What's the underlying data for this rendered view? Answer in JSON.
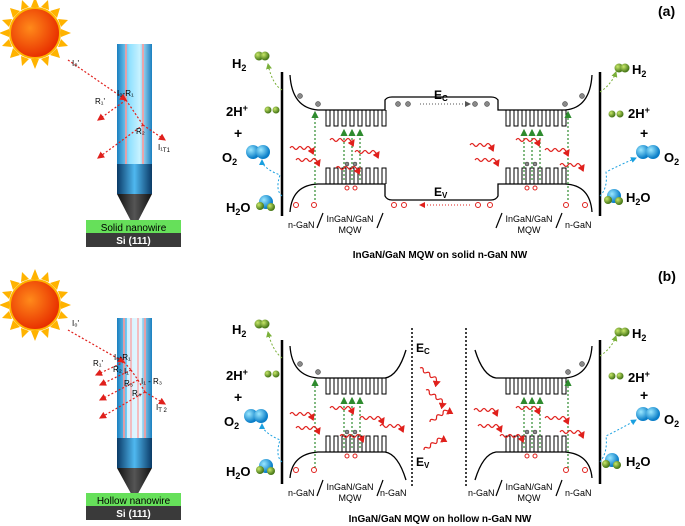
{
  "panels": [
    {
      "label": "(a)",
      "caption": "InGaN/GaN MQW on solid n-GaN NW",
      "nanowire_label": "Solid nanowire",
      "substrate_label": "Si (111)",
      "beam_labels": [
        "I₀'",
        "I₀-R₁",
        "R₁'",
        "R₂",
        "I₁"
      ],
      "beam_sub": "T1",
      "ec_label": "E",
      "ec_sub": "C",
      "ev_label": "E",
      "ev_sub": "V",
      "h2": "H",
      "h2_sub": "2",
      "hplus": "2H",
      "hplus_sup": "+",
      "plus": "+",
      "o2": "O",
      "o2_sub": "2",
      "h2o": "H",
      "h2o_sub": "2",
      "h2o_end": "O",
      "regions": [
        "n-GaN",
        "InGaN/GaN",
        "MQW",
        "InGaN/GaN",
        "MQW",
        "n-GaN"
      ]
    },
    {
      "label": "(b)",
      "caption": "InGaN/GaN MQW on hollow n-GaN NW",
      "nanowire_label": "Hollow nanowire",
      "substrate_label": "Si (111)",
      "beam_labels": [
        "I₀'",
        "I₀-R₁",
        "R₁'",
        "R₂",
        "I₁",
        "R₃",
        "I₁ - R₃",
        "R₄",
        "I"
      ],
      "beam_sub": "T 2",
      "ec_label": "E",
      "ec_sub": "C",
      "ev_label": "E",
      "ev_sub": "V",
      "h2": "H",
      "h2_sub": "2",
      "hplus": "2H",
      "hplus_sup": "+",
      "plus": "+",
      "o2": "O",
      "o2_sub": "2",
      "h2o": "H",
      "h2o_sub": "2",
      "h2o_end": "O",
      "regions": [
        "n-GaN",
        "InGaN/GaN",
        "MQW",
        "n-GaN",
        "n-GaN",
        "InGaN/GaN",
        "MQW",
        "n-GaN"
      ]
    }
  ],
  "colors": {
    "sun_core": "#ff4a00",
    "sun_rays": "#ffb300",
    "beam": "#e0201c",
    "electron_arrow": "#2e8b2e",
    "h2_molecule": "#6a9a2a",
    "o2_molecule": "#1aa0e0",
    "substrate_top": "#66e05a",
    "substrate_base": "#3a3a3a",
    "nanowire": "#5ac8ff"
  },
  "icons": [
    "sun-icon",
    "nanowire-icon",
    "h2-molecule-icon",
    "o2-molecule-icon",
    "water-molecule-icon",
    "hole-icon",
    "electron-icon"
  ]
}
